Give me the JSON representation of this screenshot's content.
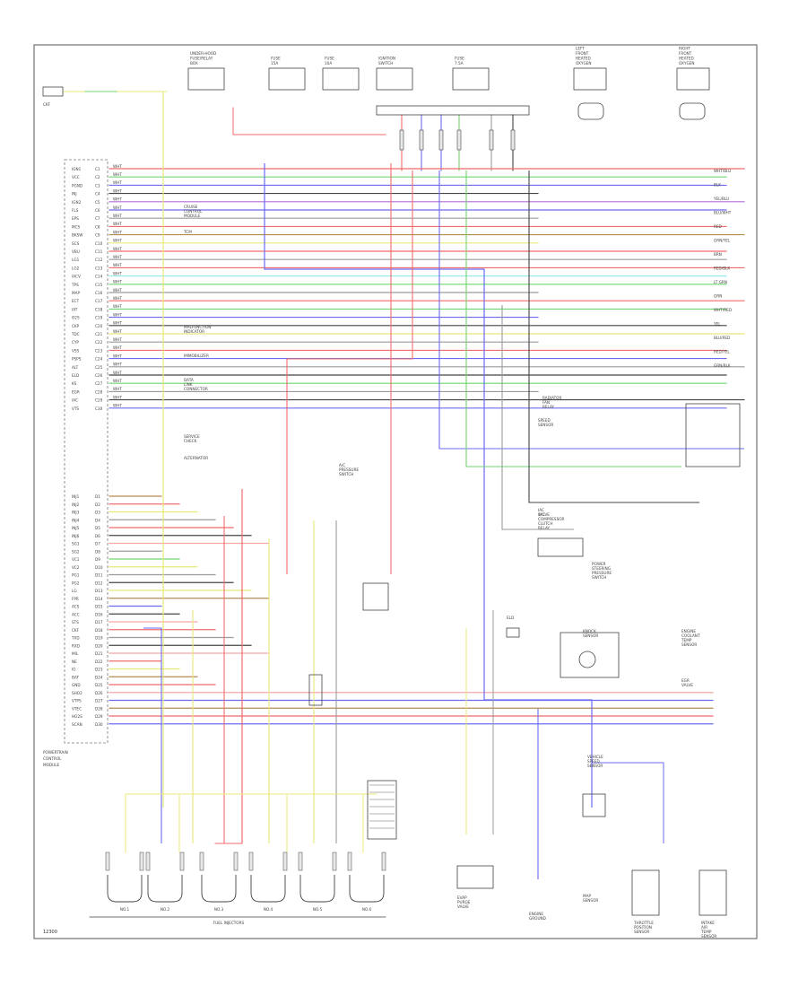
{
  "diagram": {
    "footer_code": "12300",
    "colors": {
      "red": "#f26b6b",
      "green": "#6fd66f",
      "blue": "#6b6bf2",
      "yellow": "#e8e87a",
      "gray": "#9a9a9a",
      "brown": "#b68a55",
      "black": "#444444",
      "pink": "#f6a6a6",
      "cyan": "#8fe8e8",
      "violet": "#b06bd6"
    },
    "pin_labels": [
      "IGN1",
      "VCC",
      "PGND",
      "INJ",
      "IGN2",
      "FLS",
      "EPS",
      "MCS",
      "BKSW",
      "SCS",
      "VBU",
      "LG1",
      "LG2",
      "IACV",
      "TPS",
      "MAP",
      "ECT",
      "IAT",
      "O2S",
      "CKP",
      "TDC",
      "CYP",
      "VSS",
      "PSPS",
      "ALT",
      "ELD",
      "KS",
      "EGR",
      "IAC",
      "VTS"
    ],
    "pin_labels_lower": [
      "INJ1",
      "INJ2",
      "INJ3",
      "INJ4",
      "INJ5",
      "INJ6",
      "SG1",
      "SG2",
      "VC1",
      "VC2",
      "PG1",
      "PG2",
      "LG",
      "FPR",
      "ACS",
      "ACC",
      "STS",
      "CKF",
      "TXD",
      "RXD",
      "MIL",
      "NE",
      "IG",
      "BAT",
      "GND",
      "SHO2",
      "VTPS",
      "VTEC",
      "HO2S",
      "SCAN"
    ],
    "left_block_caption": "POWERTRAIN CONTROL MODULE",
    "top_components": [
      "UNDER-HOOD FUSE/RELAY BOX",
      "FUSE 15A",
      "FUSE 10A",
      "IGNITION SWITCH",
      "FUSE 7.5A",
      "LEFT FRONT HEATED OXYGEN SENSOR",
      "RIGHT FRONT HEATED OXYGEN SENSOR"
    ],
    "inline_labels": [
      "CRUISE CONTROL MODULE",
      "TCM",
      "MALFUNCTION INDICATOR",
      "IMMOBILIZER",
      "DATA LINK CONNECTOR",
      "SERVICE CHECK",
      "ALTERNATOR",
      "A/C PRESSURE SWITCH",
      "SPEED SENSOR",
      "IAC VALVE",
      "ELD",
      "KNOCK SENSOR",
      "EGR VALVE"
    ],
    "injectors": [
      "NO.1",
      "NO.2",
      "NO.3",
      "NO.4",
      "NO.5",
      "NO.6"
    ],
    "injectors_caption": "FUEL INJECTORS",
    "bottom_components": [
      "EVAP PURGE VALVE",
      "ENGINE GROUND",
      "MAP SENSOR",
      "THROTTLE POSITION SENSOR",
      "INTAKE AIR TEMP SENSOR"
    ],
    "right_components": [
      "POWER STEERING PRESSURE SWITCH",
      "RADIATOR FAN RELAY",
      "A/C COMPRESSOR CLUTCH RELAY",
      "VEHICLE SPEED SENSOR",
      "ENGINE COOLANT TEMP SENSOR"
    ],
    "right_edge_labels": [
      "WHT/BLU",
      "BLK",
      "YEL/BLU",
      "BLU/WHT",
      "RED",
      "GRN/YEL",
      "BRN",
      "RED/BLK",
      "LT GRN",
      "GRN",
      "WHT/RED",
      "YEL",
      "BLU/RED",
      "RED/YEL",
      "GRN/BLK"
    ]
  }
}
